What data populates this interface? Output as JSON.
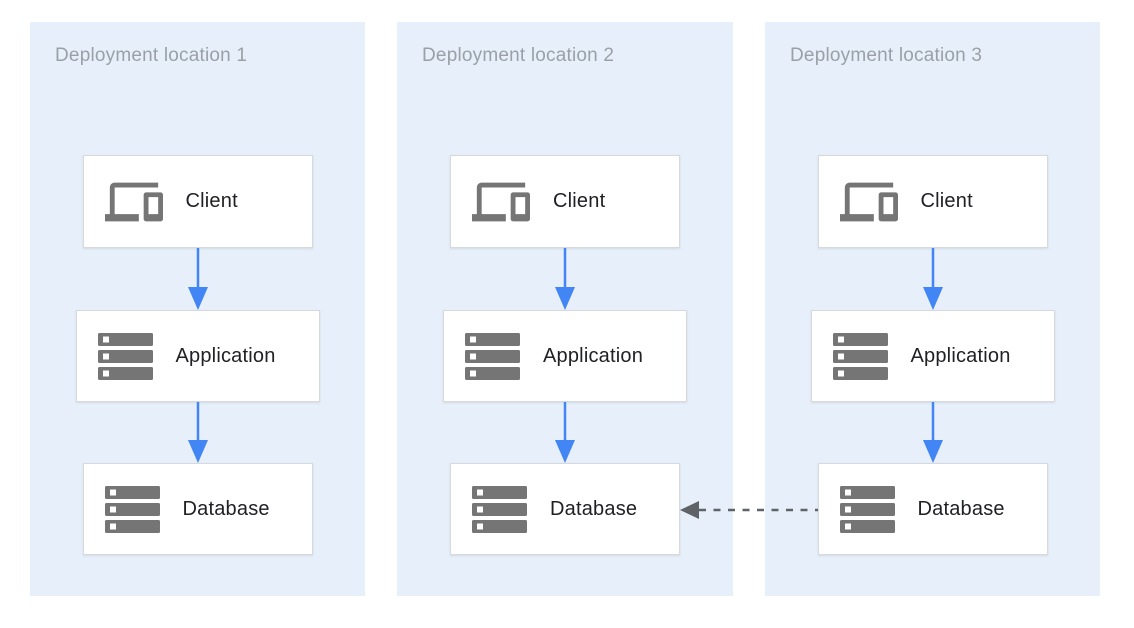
{
  "diagram": {
    "type": "architecture-diagram",
    "panels": [
      {
        "title": "Deployment location 1",
        "nodes": [
          {
            "label": "Client",
            "icon": "devices-icon"
          },
          {
            "label": "Application",
            "icon": "server-stack-icon"
          },
          {
            "label": "Database",
            "icon": "server-stack-icon"
          }
        ]
      },
      {
        "title": "Deployment location 2",
        "nodes": [
          {
            "label": "Client",
            "icon": "devices-icon"
          },
          {
            "label": "Application",
            "icon": "server-stack-icon"
          },
          {
            "label": "Database",
            "icon": "server-stack-icon"
          }
        ]
      },
      {
        "title": "Deployment location 3",
        "nodes": [
          {
            "label": "Client",
            "icon": "devices-icon"
          },
          {
            "label": "Application",
            "icon": "server-stack-icon"
          },
          {
            "label": "Database",
            "icon": "server-stack-icon"
          }
        ]
      }
    ],
    "arrows": {
      "within_each_panel": [
        {
          "from": "Client",
          "to": "Application",
          "style": "solid"
        },
        {
          "from": "Application",
          "to": "Database",
          "style": "solid"
        }
      ],
      "cross_panel": {
        "from": "Database (Deployment location 3)",
        "to": "Database (Deployment location 2)",
        "style": "dashed"
      }
    },
    "colors": {
      "panel_background": "#e7f0fa",
      "node_background": "#ffffff",
      "node_border": "#d6d9dd",
      "solid_arrow_blue": "#4285f4",
      "dashed_arrow_gray": "#5f6368",
      "icon_gray": "#757575",
      "panel_title_text": "#9aa0a6",
      "node_label_text": "#202124"
    }
  }
}
